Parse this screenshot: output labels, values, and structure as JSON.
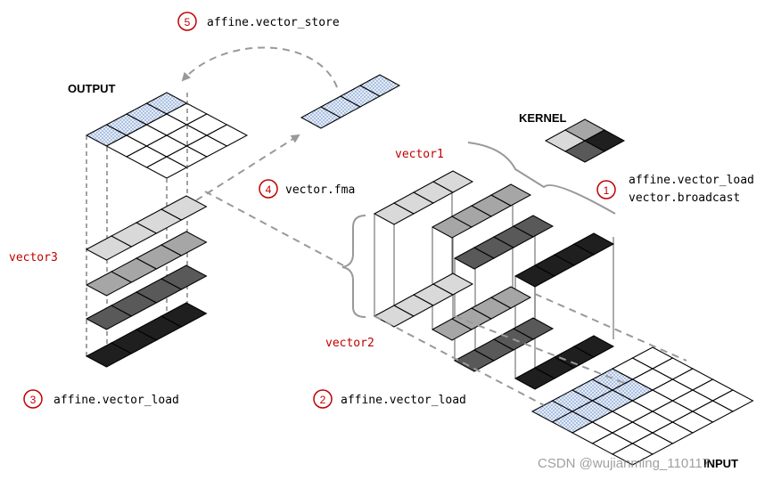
{
  "labels": {
    "output": "OUTPUT",
    "kernel": "KERNEL",
    "input": "INPUT",
    "vector1": "vector1",
    "vector2": "vector2",
    "vector3": "vector3"
  },
  "steps": [
    {
      "num": "1",
      "line1": "affine.vector_load",
      "line2": "vector.broadcast"
    },
    {
      "num": "2",
      "line1": "affine.vector_load"
    },
    {
      "num": "3",
      "line1": "affine.vector_load"
    },
    {
      "num": "4",
      "line1": "vector.fma"
    },
    {
      "num": "5",
      "line1": "affine.vector_store"
    }
  ],
  "watermark": "CSDN @wujianming_110117",
  "colors": {
    "accent_red": "#c00000",
    "dotted_fill": "#dde8f6",
    "level1": "#d9d9d9",
    "level2": "#a6a6a6",
    "level3": "#595959",
    "level4": "#1f1f1f",
    "dashed_gray": "#999999"
  }
}
